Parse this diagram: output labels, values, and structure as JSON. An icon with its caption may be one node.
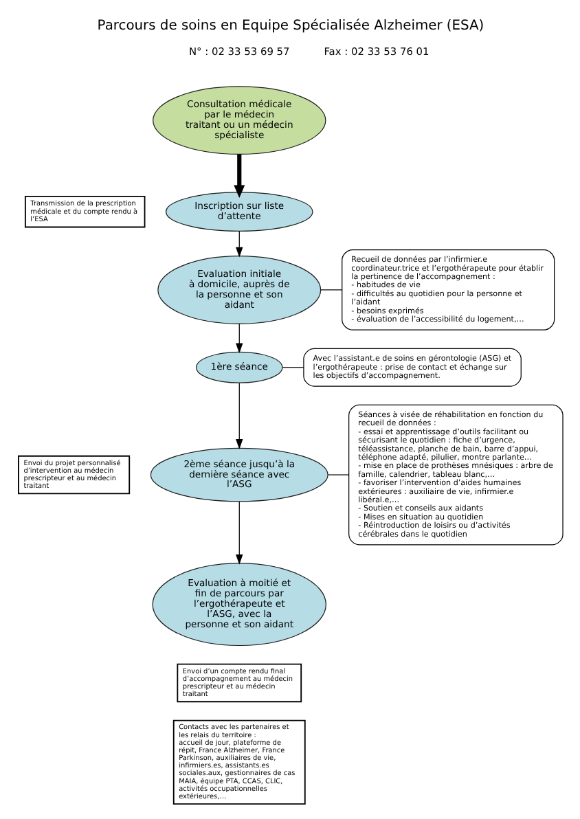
{
  "diagram": {
    "title": "Parcours de soins en Equipe Spécialisée Alzheimer (ESA)",
    "nodes": [
      {
        "text": [
          "Consultation médicale par le médecin traitant ou un médecin spécialiste"
        ]
      },
      {
        "text": [
          "Transmission de la prescription médicale et du compte rendu à l’ESA"
        ]
      },
      {
        "text": [
          "Inscription sur liste d’attente"
        ]
      },
      {
        "text": [
          "Recueil de données par l’infirmier.e coordinateur.trice et l’ergothérapeute pour établir la pertinence de l’accompagnement :",
          "- habitudes de vie",
          "- difficultés au quotidien pour la personne et l’aidant",
          "- besoins exprimés",
          "- évaluation de l’accessibilité du logement,…"
        ]
      },
      {
        "text": [
          "Evaluation initiale",
          "à domicile, auprès de la personne et son aidant"
        ]
      },
      {
        "text": [
          "Avec l’assistant.e de soins en gérontologie (ASG) et l’ergothérapeute : prise de contact et échange sur les objectifs d’accompagnement."
        ]
      },
      {
        "text": [
          "1ère séance"
        ]
      },
      {
        "text": [
          "Envoi du projet personnalisé d’intervention au médecin prescripteur et au médecin traitant"
        ]
      },
      {
        "text": [
          "2ème séance jusqu’à la dernière séance avec l’ASG"
        ]
      },
      {
        "text": [
          "Séances à visée de réhabilitation en fonction du recueil de données :",
          "- essai et apprentissage d’outils facilitant ou sécurisant le quotidien : fiche d’urgence, téléassistance, planche de bain, barre d’appui, téléphone adapté, pilulier, montre parlante…",
          "- mise en place de prothèses mnésiques : arbre de famille, calendrier, tableau blanc,…",
          "- favoriser l’intervention d’aides humaines extérieures : auxiliaire de vie, infirmier.e libéral.e,…",
          "- Soutien et conseils aux aidants",
          "- Mises en situation au quotidien",
          "- Réintroduction de loisirs ou d’activités cérébrales dans le quotidien"
        ]
      },
      {
        "text": [
          "Evaluation à moitié et fin de parcours par l’ergothérapeute et l’ASG, avec la personne et son aidant"
        ]
      },
      {
        "text": [
          "Envoi d’un compte rendu final d’accompagnement au médecin prescripteur et au médecin traitant"
        ]
      },
      {
        "text": [
          "Contacts avec les partenaires et les relais du territoire :",
          "accueil de jour, plateforme de répit, France Alzheimer, France Parkinson, auxiliaires de vie, infirmiers.es, assistants.es sociales.aux, gestionnaires de cas MAIA, équipe PTA, CCAS, CLIC, activités occupationnelles extérieures,…"
        ]
      }
    ],
    "edges": [
      {
        "from": 0,
        "to": 2,
        "arrow": "to",
        "style": "thick"
      },
      {
        "from": 2,
        "to": 4,
        "arrow": "to"
      },
      {
        "from": 4,
        "to": 6,
        "arrow": "to"
      },
      {
        "from": 6,
        "to": 8,
        "arrow": "to"
      },
      {
        "from": 8,
        "to": 10,
        "arrow": "to"
      },
      {
        "from": 3,
        "to": 4,
        "arrow": "none"
      },
      {
        "from": 5,
        "to": 6,
        "arrow": "none"
      },
      {
        "from": 9,
        "to": 8,
        "arrow": "none"
      }
    ],
    "labels": [
      "N° : 02 33 53 69 57",
      "Fax : 02 33 53 76 01"
    ]
  }
}
